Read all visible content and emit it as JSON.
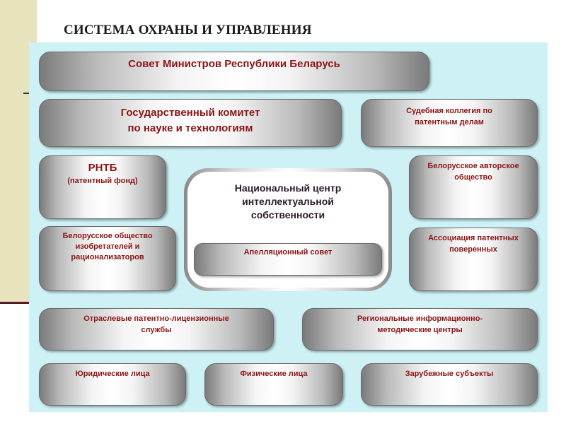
{
  "slide": {
    "title": "СИСТЕМА ОХРАНЫ И УПРАВЛЕНИЯ"
  },
  "diagram": {
    "council": [
      "Совет Министров Республики Беларусь"
    ],
    "state_committee": [
      "Государственный комитет",
      "по науке и технологиям"
    ],
    "judicial": [
      "Судебная коллегия по",
      "патентным делам"
    ],
    "rntb": [
      "РНТБ",
      "(патентный фонд)"
    ],
    "inventors": [
      "Белорусское общество",
      "изобретателей и",
      "рационализаторов"
    ],
    "national_center": [
      "Национальный центр",
      "интеллектуальной",
      "собственности"
    ],
    "appeal_council": [
      "Апелляционный совет"
    ],
    "authors": [
      "Белорусское авторское",
      "общество"
    ],
    "patent_attorneys": [
      "Ассоциация патентных",
      "поверенных"
    ],
    "industry_services": [
      "Отраслевые патентно-лицензионные",
      "службы"
    ],
    "regional_centers": [
      "Региональные информационно-",
      "методические центры"
    ],
    "legal_entities": [
      "Юридические лица"
    ],
    "individuals": [
      "Физические лица"
    ],
    "foreign_entities": [
      "Зарубежные субъекты"
    ]
  },
  "colors": {
    "panel": "#cdf1f4",
    "box_text": "#8b1515",
    "band": "#e7e4bd",
    "band_rule": "#5a1a2b"
  }
}
